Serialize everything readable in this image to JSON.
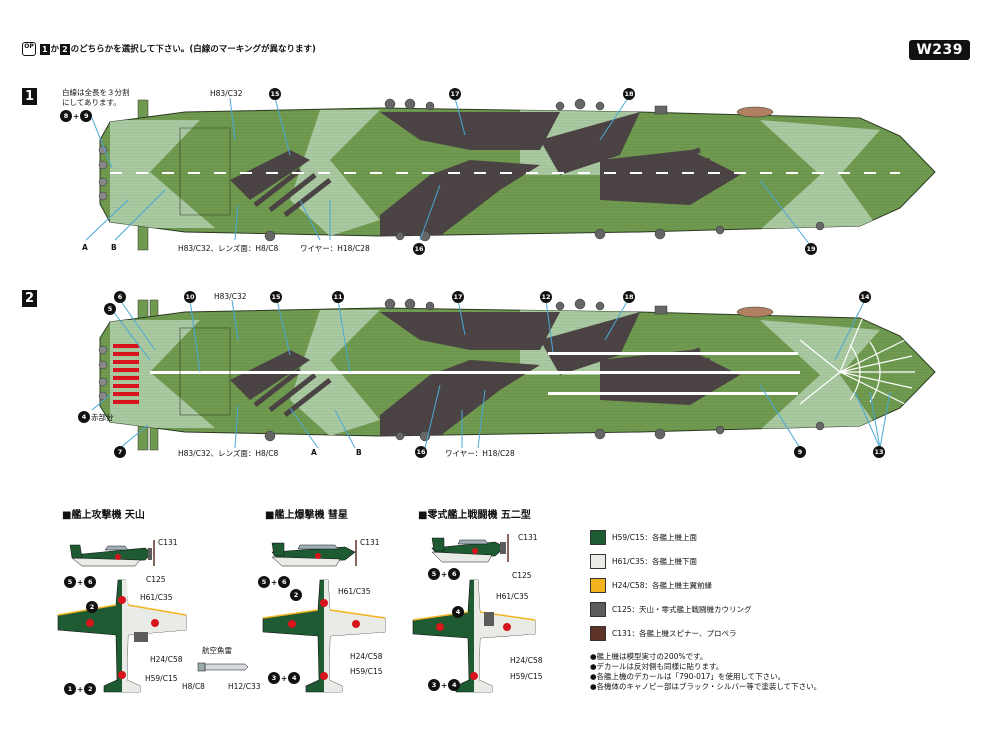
{
  "header": {
    "option_icon": "OP",
    "option_line_a": "か",
    "option_line_b": "のどちらかを選択して下さい。(白線のマーキングが異なります)",
    "opt1": "1",
    "opt2": "2",
    "code": "W239"
  },
  "scheme1": {
    "number": "1",
    "note_line1": "白線は全長を３分割",
    "note_line2": "にしてあります。",
    "callouts": {
      "c8_9": [
        "8",
        "9"
      ],
      "h83_top": "H83/C32",
      "c15": "15",
      "c17": "17",
      "c18": "18",
      "c19": "19",
      "c16": "16",
      "A": "A",
      "B": "B",
      "h83_lens": "H83/C32、レンズ面：H8/C8",
      "wire": "ワイヤー：H18/C28"
    }
  },
  "scheme2": {
    "number": "2",
    "callouts": {
      "c6": "6",
      "c5": "5",
      "c10": "10",
      "h83_top": "H83/C32",
      "c15": "15",
      "c11": "11",
      "c17": "17",
      "c12": "12",
      "c18": "18",
      "c14": "14",
      "c4": "4",
      "red_part": "赤部分",
      "c7": "7",
      "h83_lens": "H83/C32、レンズ面：H8/C8",
      "A": "A",
      "B": "B",
      "c16": "16",
      "wire": "ワイヤー：H18/C28",
      "c9": "9",
      "c13": "13"
    }
  },
  "planes": [
    {
      "title": "■艦上攻撃機 天山",
      "c131": "C131",
      "c125": "C125",
      "side_nums": [
        "5",
        "6"
      ],
      "num2": "2",
      "h61": "H61/C35",
      "h24": "H24/C58",
      "h59": "H59/C15",
      "bottom_nums": [
        "1",
        "2"
      ],
      "torpedo_title": "航空魚雷",
      "torpedo_a": "H8/C8",
      "torpedo_b": "H12/C33"
    },
    {
      "title": "■艦上爆撃機 彗星",
      "c131": "C131",
      "side_nums": [
        "5",
        "6"
      ],
      "num2": "2",
      "h61": "H61/C35",
      "h24": "H24/C58",
      "h59": "H59/C15",
      "bottom_nums": [
        "3",
        "4"
      ]
    },
    {
      "title": "■零式艦上戦闘機 五二型",
      "c131": "C131",
      "c125": "C125",
      "side_nums": [
        "5",
        "6"
      ],
      "num4": "4",
      "h61": "H61/C35",
      "h24": "H24/C58",
      "h59": "H59/C15",
      "bottom_nums": [
        "3",
        "4"
      ]
    }
  ],
  "legend": [
    {
      "color": "#1e5a32",
      "text": "H59/C15：各艦上機上面"
    },
    {
      "color": "#e8ebe6",
      "text": "H61/C35：各艦上機下面"
    },
    {
      "color": "#f3b420",
      "text": "H24/C58：各艦上機主翼前縁"
    },
    {
      "color": "#5c5c5c",
      "text": "C125：天山・零式艦上戦闘機カウリング"
    },
    {
      "color": "#5e3328",
      "text": "C131：各艦上機スピナー、プロペラ"
    }
  ],
  "notes": [
    "●艦上機は模型実寸の200%です。",
    "●デカールは反対側も同様に貼ります。",
    "●各艦上機のデカールは「790-017」を使用して下さい。",
    "●各機体のキャノピー部はブラック・シルバー等で塗装して下さい。"
  ],
  "colors": {
    "hull_green": "#6f9a4f",
    "light_green": "#a9c9a0",
    "dark_gray": "#4c4444",
    "deck_mid": "#869f72",
    "plane_green": "#1e5a32",
    "plane_under": "#e8ebe6",
    "red": "#d7141c"
  }
}
